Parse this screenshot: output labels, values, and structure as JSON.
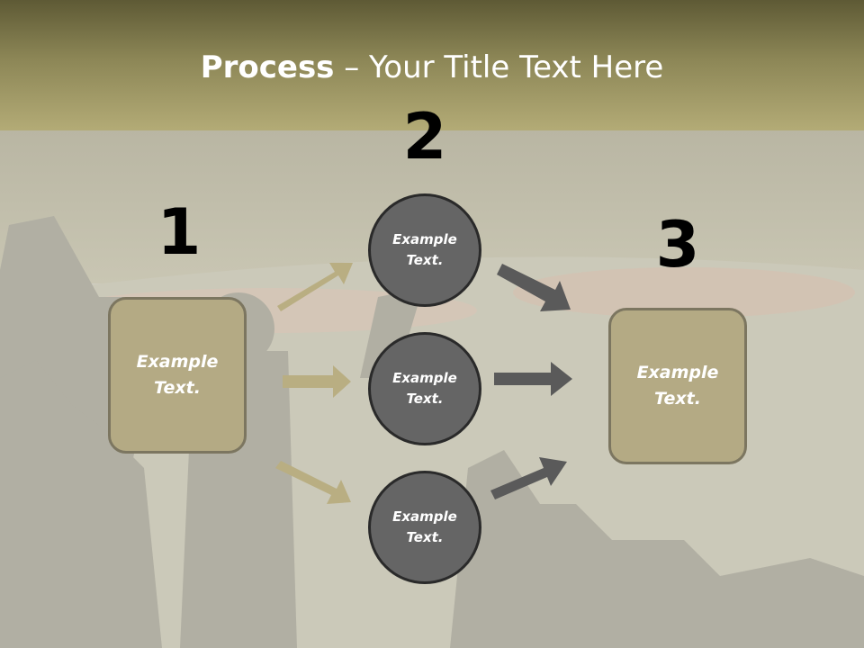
{
  "slide": {
    "title_bold": "Process",
    "title_rest": " – Your Title Text Here"
  },
  "steps": {
    "step1": "1",
    "step2": "2",
    "step3": "3"
  },
  "boxes": {
    "left": "Example Text.",
    "right": "Example Text."
  },
  "circles": [
    {
      "label": "Example Text."
    },
    {
      "label": "Example Text."
    },
    {
      "label": "Example Text."
    }
  ],
  "colors": {
    "header": "#8c8656",
    "box_fill": "#b4aa84",
    "circle_fill": "#656565",
    "arrow_tan": "#b9ae82",
    "arrow_gray": "#5a5a5a"
  }
}
